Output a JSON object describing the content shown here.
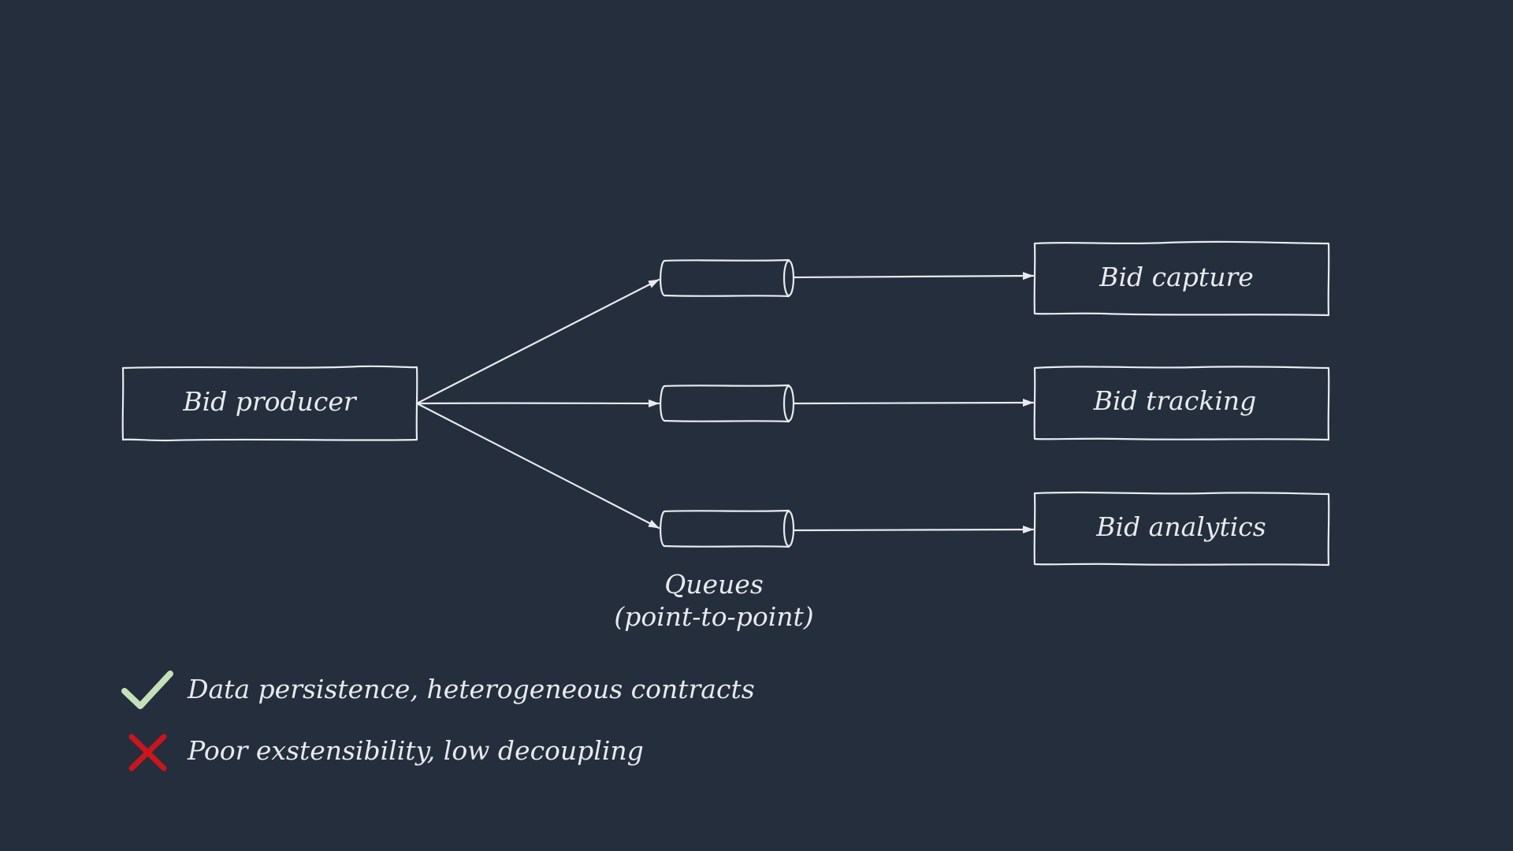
{
  "diagram": {
    "nodes": {
      "producer": {
        "label": "Bid producer"
      },
      "capture": {
        "label": "Bid capture"
      },
      "tracking": {
        "label": "Bid tracking"
      },
      "analytics": {
        "label": "Bid analytics"
      }
    },
    "queues_label": {
      "line1": "Queues",
      "line2": "(point-to-point)"
    },
    "edges": [
      {
        "from": "producer",
        "to": "queue-1"
      },
      {
        "from": "producer",
        "to": "queue-2"
      },
      {
        "from": "producer",
        "to": "queue-3"
      },
      {
        "from": "queue-1",
        "to": "capture"
      },
      {
        "from": "queue-2",
        "to": "tracking"
      },
      {
        "from": "queue-3",
        "to": "analytics"
      }
    ]
  },
  "legend": {
    "pro": {
      "icon": "check-icon",
      "color": "#c3e0b9",
      "text": "Data persistence, heterogeneous contracts"
    },
    "con": {
      "icon": "cross-icon",
      "color": "#c9161c",
      "text": "Poor exstensibility, low decoupling"
    }
  }
}
